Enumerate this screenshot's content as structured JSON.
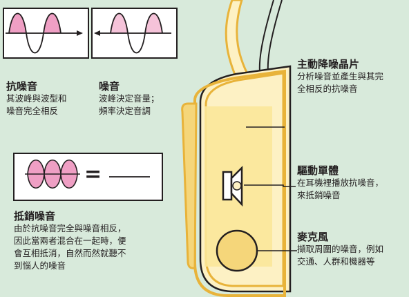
{
  "anti_noise": {
    "title": "抗噪音",
    "desc": [
      "其波峰與波型和",
      "噪音完全相反"
    ]
  },
  "noise": {
    "title": "噪音",
    "desc": [
      "波峰決定音量；",
      "頻率決定音調"
    ]
  },
  "cancel": {
    "title": "抵銷噪音",
    "desc": [
      "由於抗噪音完全與噪音相反，",
      "因此當兩者混合在一起時，便",
      "會互相抵消，自然而然就聽不",
      "到惱人的噪音"
    ],
    "equals_symbol": "="
  },
  "chip": {
    "title": "主動降噪晶片",
    "desc": [
      "分析噪音並產生與其完",
      "全相反的抗噪音"
    ]
  },
  "driver": {
    "title": "驅動單體",
    "desc": [
      "在耳機裡播放抗噪音，",
      "來抵銷噪音"
    ]
  },
  "mic": {
    "title": "麥克風",
    "desc": [
      "擷取周圍的噪音，例如",
      "交通、人群和機器等"
    ]
  },
  "colors": {
    "background": "#d8eadb",
    "headphone_outline": "#e8b33a",
    "headphone_fill": "#fdf1c4",
    "wave_pink": "#ef9fc4",
    "line": "#231f20"
  }
}
